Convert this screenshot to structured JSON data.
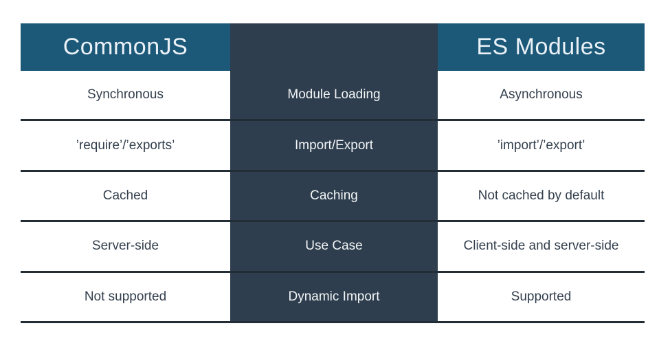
{
  "table": {
    "header": {
      "left": "CommonJS",
      "right": "ES Modules"
    },
    "rows": [
      {
        "feature": "Module Loading",
        "commonjs": "Synchronous",
        "esmodules": "Asynchronous"
      },
      {
        "feature": "Import/Export",
        "commonjs": "’require’/’exports’",
        "esmodules": "’import’/’export’"
      },
      {
        "feature": "Caching",
        "commonjs": "Cached",
        "esmodules": "Not cached by default"
      },
      {
        "feature": "Use Case",
        "commonjs": "Server-side",
        "esmodules": "Client-side and server-side"
      },
      {
        "feature": "Dynamic Import",
        "commonjs": "Not supported",
        "esmodules": "Supported"
      }
    ]
  },
  "colors": {
    "header_bg": "#1c5878",
    "feature_col_bg": "#2e3e4e",
    "row_line": "#232d36",
    "header_text": "#eaf1f7",
    "feature_text": "#f2f5f6",
    "cell_text": "#333f4d",
    "page_bg": "#ffffff"
  }
}
